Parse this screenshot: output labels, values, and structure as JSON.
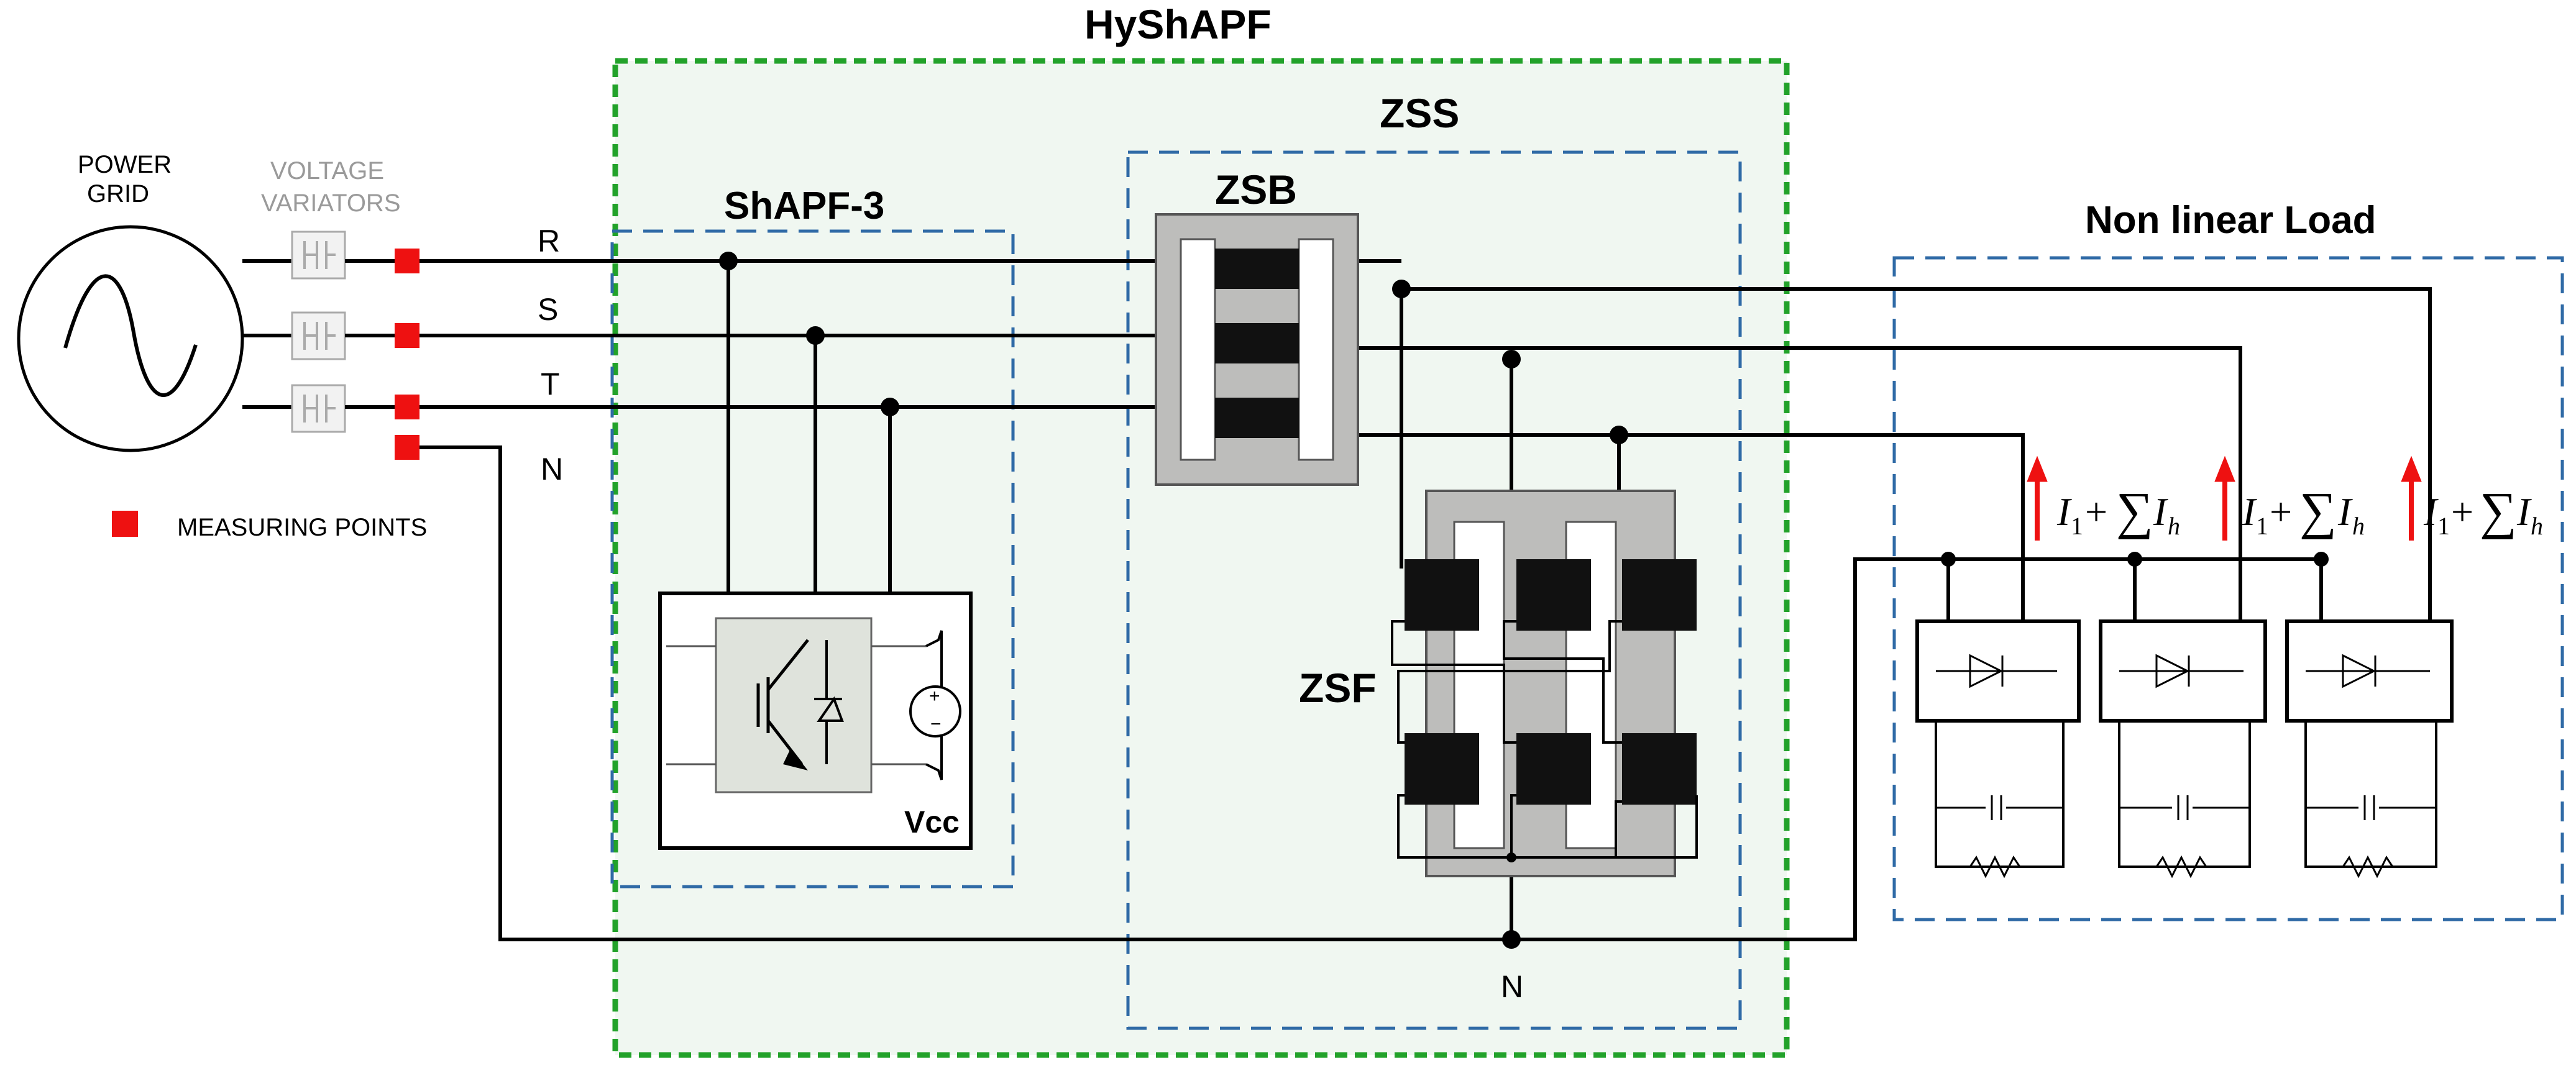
{
  "title": "HyShAPF",
  "power_grid_label_line1": "POWER",
  "power_grid_label_line2": "GRID",
  "voltage_variators_line1": "VOLTAGE",
  "voltage_variators_line2": "VARIATORS",
  "phase_labels": [
    "R",
    "S",
    "T",
    "N"
  ],
  "legend_label": "MEASURING POINTS",
  "shapf_label": "ShAPF-3",
  "zss_label": "ZSS",
  "zsb_label": "ZSB",
  "zsf_label": "ZSF",
  "vcc_label": "Vcc",
  "neutral_label": "N",
  "load_label": "Non linear Load",
  "current_formula": {
    "fundamental": "I",
    "fundamental_sub": "1",
    "plus": "+",
    "sum": "∑",
    "harmonic": "I",
    "harmonic_sub": "h"
  },
  "colors": {
    "hyshapf_border": "#22a22a",
    "block_border": "#2f6aa6",
    "measuring_point": "#ee1111",
    "core": "#bdbdbb"
  },
  "icons": [
    "ac-source-icon",
    "voltage-variator-icon",
    "igbt-icon",
    "diode-icon",
    "capacitor-icon",
    "resistor-icon",
    "dc-source-icon"
  ]
}
